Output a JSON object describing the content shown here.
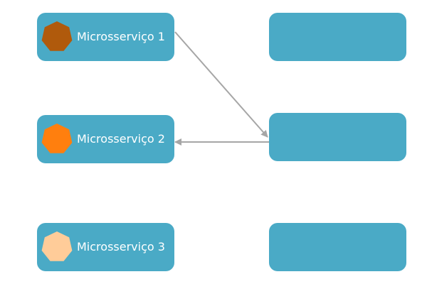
{
  "services": [
    {
      "label": "Microsserviço 1",
      "icon": "heptagon-icon",
      "color": "#b05a0c"
    },
    {
      "label": "Microsserviço 2",
      "icon": "heptagon-icon",
      "color": "#ff7f0e"
    },
    {
      "label": "Microsserviço 3",
      "icon": "heptagon-icon",
      "color": "#ffcc99"
    }
  ],
  "right_boxes": [
    {
      "label": ""
    },
    {
      "label": ""
    },
    {
      "label": ""
    }
  ],
  "colors": {
    "box": "#4aaac6",
    "text": "#ffffff",
    "connector": "#a6a6a6",
    "background": "#ffffff"
  }
}
